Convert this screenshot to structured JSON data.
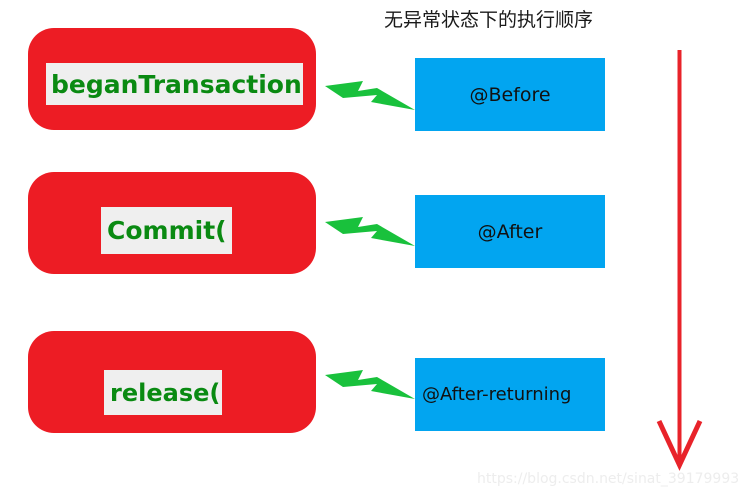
{
  "title": "无异常状态下的执行顺序",
  "colors": {
    "stage_box": "#ED1C24",
    "stage_label_plate": "#EFEFEF",
    "stage_label_text": "#0A8A12",
    "advice_box": "#02A5F0",
    "advice_text": "#111111",
    "connector": "#19C13C",
    "flow_arrow": "#E8232A",
    "background": "#FFFFFF",
    "watermark": "#EDEDED"
  },
  "rows": [
    {
      "stage_label": "beganTransaction( )",
      "advice_label": "@Before",
      "connector_icon": "lightning-bolt-arrow-icon"
    },
    {
      "stage_label": "Commit( )",
      "advice_label": "@After",
      "connector_icon": "lightning-bolt-arrow-icon"
    },
    {
      "stage_label": "release( )",
      "advice_label": "@After-returning",
      "connector_icon": "lightning-bolt-arrow-icon"
    }
  ],
  "flow_arrow": {
    "icon": "down-arrow-icon",
    "direction": "down"
  },
  "watermark": "https://blog.csdn.net/sinat_39179993"
}
